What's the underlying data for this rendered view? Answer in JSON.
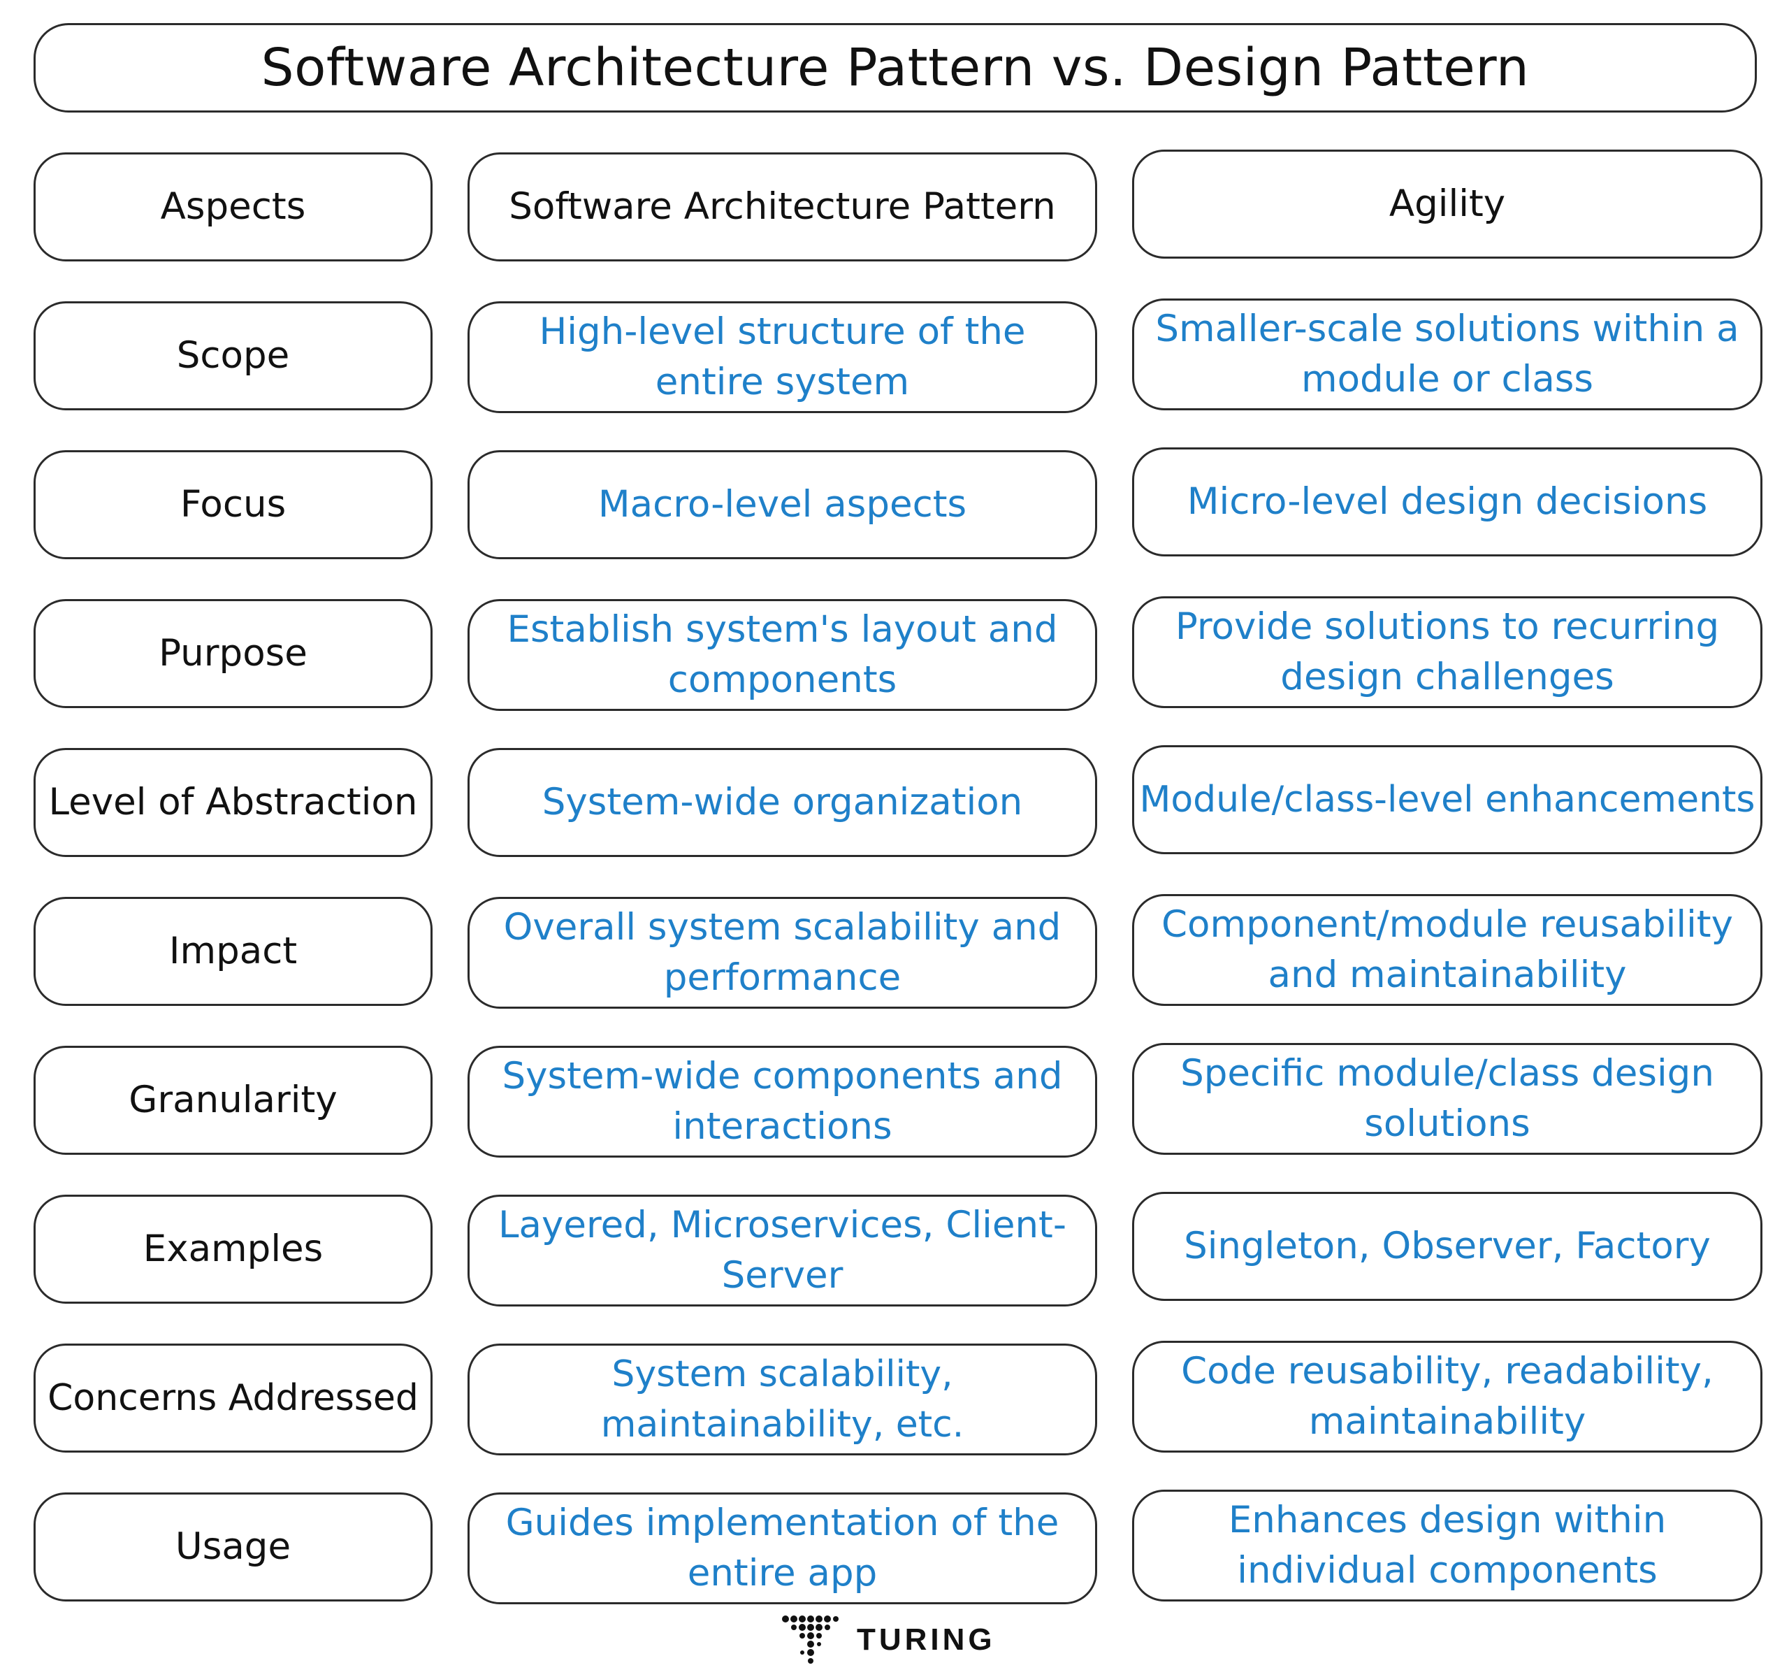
{
  "title": "Software Architecture Pattern vs. Design Pattern",
  "header": {
    "aspects": "Aspects",
    "col1": "Software Architecture Pattern",
    "col2": "Agility"
  },
  "rows": [
    {
      "aspect": "Scope",
      "arch": "High-level structure of the entire system",
      "design": "Smaller-scale solutions within a module or class"
    },
    {
      "aspect": "Focus",
      "arch": "Macro-level aspects",
      "design": "Micro-level design decisions"
    },
    {
      "aspect": "Purpose",
      "arch": "Establish system's layout and components",
      "design": "Provide solutions to recurring design challenges"
    },
    {
      "aspect": "Level of Abstraction",
      "arch": "System-wide organization",
      "design": "Module/class-level enhancements"
    },
    {
      "aspect": "Impact",
      "arch": "Overall system scalability and performance",
      "design": "Component/module reusability and maintainability"
    },
    {
      "aspect": "Granularity",
      "arch": "System-wide components and interactions",
      "design": "Specific module/class design solutions"
    },
    {
      "aspect": "Examples",
      "arch": "Layered, Microservices, Client-Server",
      "design": "Singleton, Observer, Factory"
    },
    {
      "aspect": "Concerns Addressed",
      "arch": "System scalability, maintainability, etc.",
      "design": "Code reusability, readability, maintainability"
    },
    {
      "aspect": "Usage",
      "arch": "Guides implementation of the entire app",
      "design": "Enhances design within individual components"
    }
  ],
  "logo": {
    "text": "TURING",
    "icon": "turing-logo-icon"
  },
  "colors": {
    "border": "#2b2b2b",
    "label_text": "#111111",
    "value_text": "#1f80c9"
  }
}
